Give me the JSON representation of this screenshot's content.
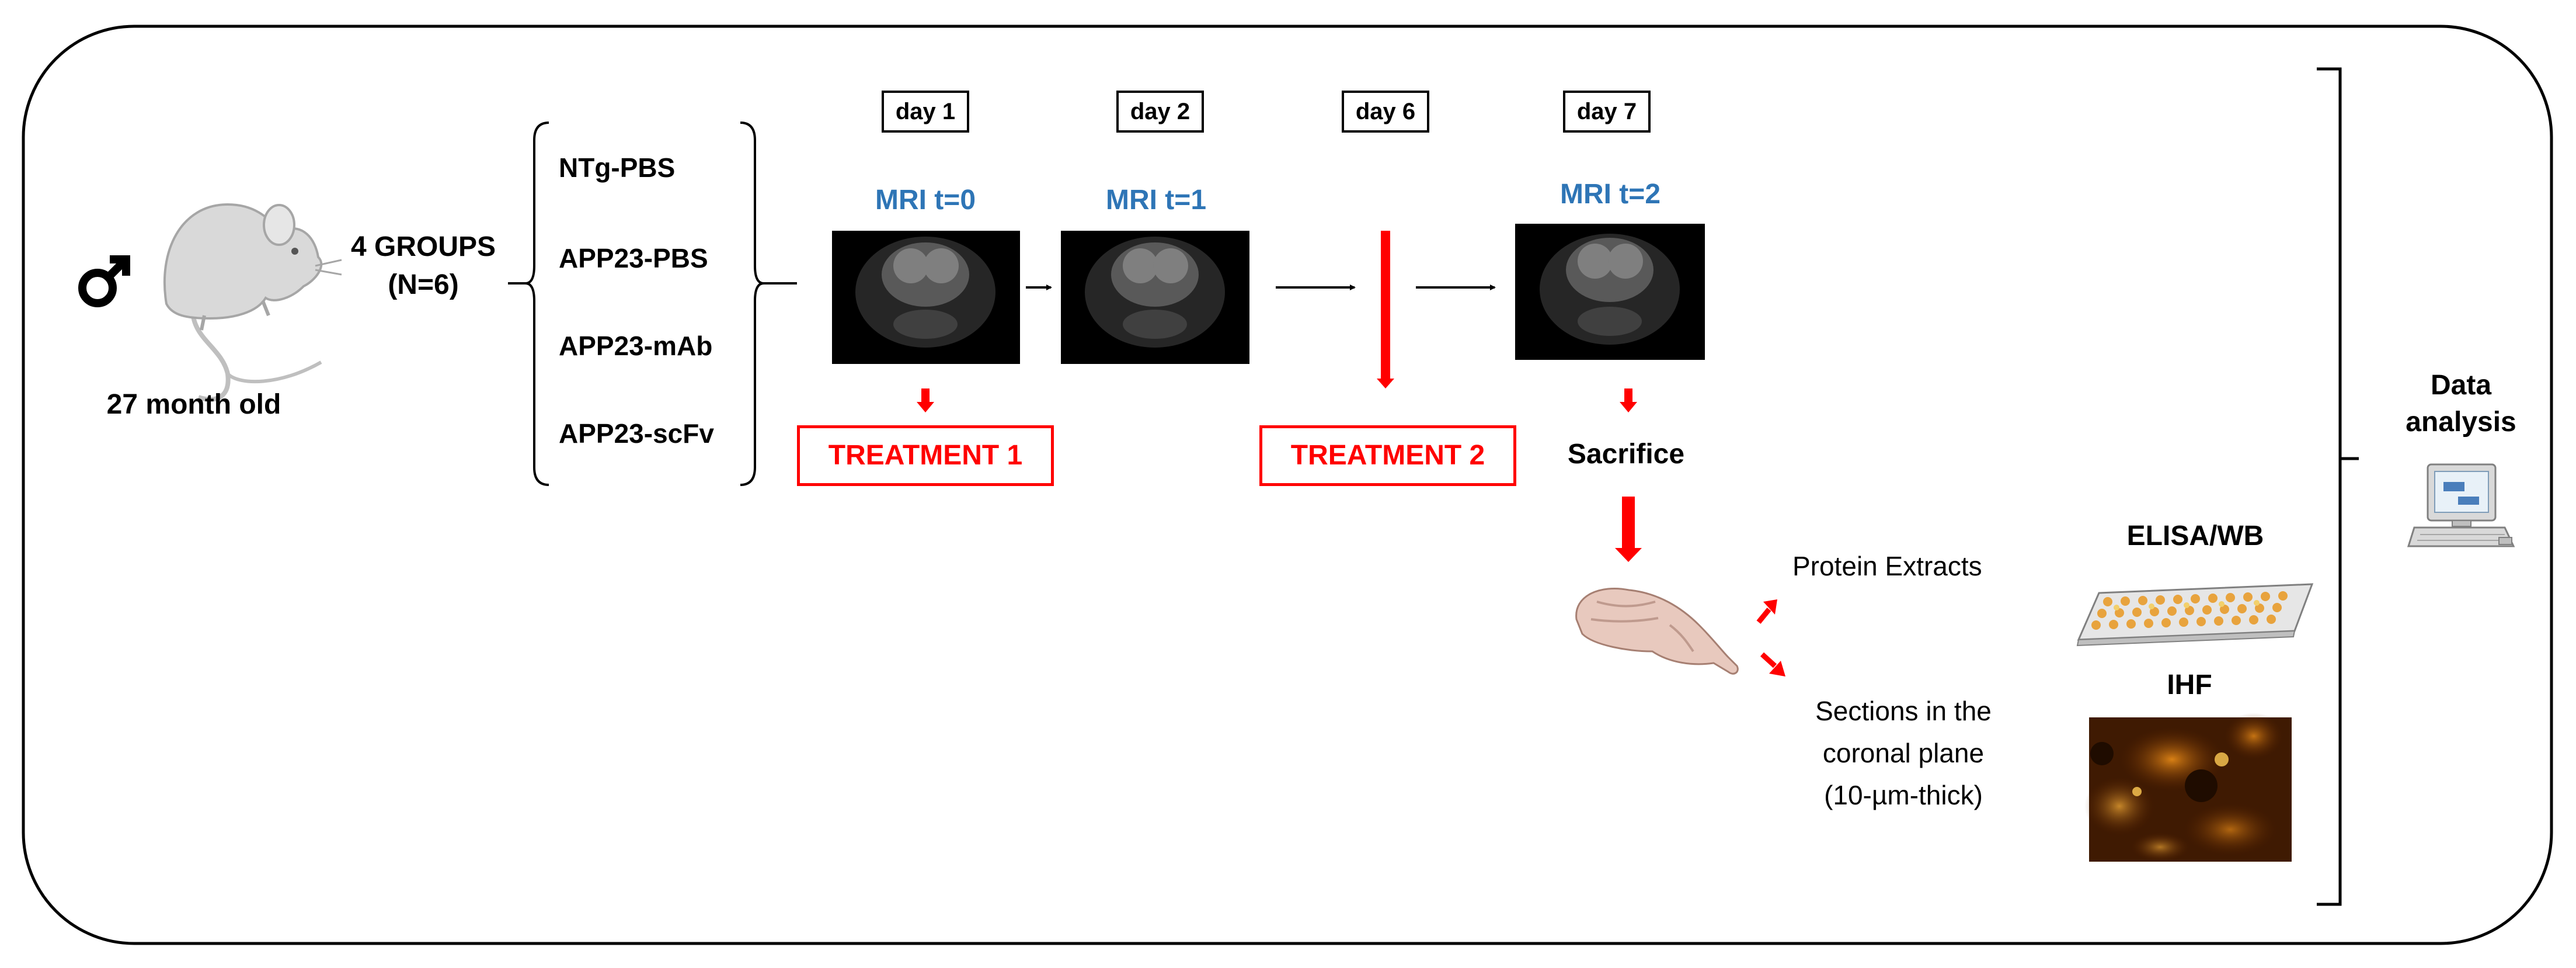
{
  "colors": {
    "accent_blue": "#2e75b6",
    "treatment_red": "#ff0000",
    "border_black": "#000000"
  },
  "icons": {
    "sex": "male-symbol-icon",
    "subject": "mouse-icon",
    "tissue": "brain-icon",
    "assay_plate": "well-plate-icon",
    "analysis": "computer-icon"
  },
  "subject": {
    "age": "27 month old"
  },
  "groups": {
    "title": "4 GROUPS",
    "n": "(N=6)",
    "items": [
      "NTg-PBS",
      "APP23-PBS",
      "APP23-mAb",
      "APP23-scFv"
    ]
  },
  "days": [
    "day 1",
    "day 2",
    "day 6",
    "day 7"
  ],
  "mri": [
    "MRI t=0",
    "MRI t=1",
    "MRI t=2"
  ],
  "treatments": [
    "TREATMENT 1",
    "TREATMENT 2"
  ],
  "sacrifice": "Sacrifice",
  "outputs": {
    "protein": "Protein Extracts",
    "sections": [
      "Sections in the",
      "coronal plane",
      "(10-µm-thick)"
    ]
  },
  "assays": {
    "elisa": "ELISA/WB",
    "ihf": "IHF"
  },
  "analysis": [
    "Data",
    "analysis"
  ]
}
